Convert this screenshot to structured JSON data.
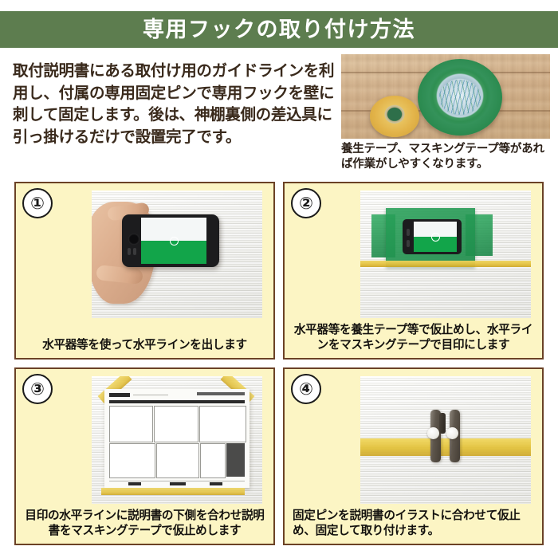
{
  "header": {
    "title": "専用フックの取り付け方法",
    "band_color": "#5d7d4f"
  },
  "intro": {
    "text": "取付説明書にある取付け用のガイドラインを利用し、付属の専用固定ピンで専用フックを壁に刺して固定します。後は、神棚裏側の差込具に引っ掛けるだけで設置完了です。"
  },
  "tape_note": {
    "caption": "養生テープ、マスキングテープ等があれば作業がしやすくなります。",
    "photo_alt": "養生テープとマスキングテープの写真"
  },
  "panels": [
    {
      "number": "①",
      "caption": "水平器等を使って水平ラインを出します",
      "caption_align": "center",
      "photo_alt": "スマートフォンの水平器アプリで水平を確認している写真"
    },
    {
      "number": "②",
      "caption": "水平器等を養生テープ等で仮止めし、水平ラインをマスキングテープで目印にします",
      "caption_align": "center",
      "photo_alt": "水平器を養生テープで壁に仮止めした写真"
    },
    {
      "number": "③",
      "caption": "目印の水平ラインに説明書の下側を合わせ説明書をマスキングテープで仮止めします",
      "caption_align": "center",
      "photo_alt": "取付説明書を壁にマスキングテープで貼った写真"
    },
    {
      "number": "④",
      "caption": "固定ピンを説明書のイラストに合わせて仮止め、固定して取り付けます。",
      "caption_align": "left",
      "photo_alt": "固定ピンを壁に取り付けた写真"
    }
  ],
  "colors": {
    "panel_background": "#fcf5c4",
    "panel_border": "#6b4226",
    "page_background": "#ffffff",
    "text_dark": "#14120f",
    "intro_text": "#3a2a1c"
  }
}
